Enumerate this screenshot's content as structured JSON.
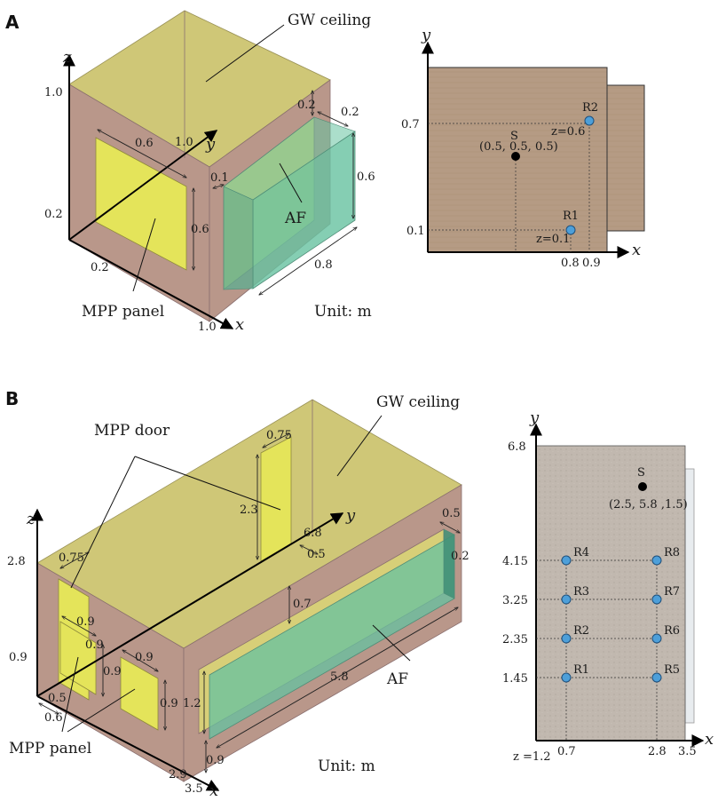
{
  "panels": {
    "a": {
      "letter": "A",
      "labels": {
        "gw_ceiling": "GW ceiling",
        "mpp_panel": "MPP panel",
        "af": "AF",
        "unit": "Unit: m"
      },
      "axes": {
        "x": "x",
        "y": "y",
        "z": "z"
      },
      "dims": {
        "z_top": "1.0",
        "z_02": "0.2",
        "x_02": "0.2",
        "x_end": "1.0",
        "panel_w": "0.6",
        "panel_h": "0.6",
        "y_len": "1.0",
        "af_top": "0.2",
        "af_depth": "0.2",
        "af_gap": "0.1",
        "af_h": "0.6",
        "af_len": "0.8"
      },
      "plan": {
        "x_label": "x",
        "y_label": "y",
        "y_ticks": [
          "0.7",
          "0.1"
        ],
        "x_ticks": [
          "0.8",
          "0.9"
        ],
        "source_name": "S",
        "source_coord": "(0.5, 0.5, 0.5)",
        "receivers": [
          {
            "name": "R1",
            "note": "z=0.1"
          },
          {
            "name": "R2",
            "note": "z=0.6"
          }
        ]
      }
    },
    "b": {
      "letter": "B",
      "labels": {
        "gw_ceiling": "GW ceiling",
        "mpp_door": "MPP door",
        "mpp_panel": "MPP panel",
        "af": "AF",
        "unit": "Unit: m"
      },
      "axes": {
        "x": "x",
        "y": "y",
        "z": "z"
      },
      "dims": {
        "z_top": "2.8",
        "z_09": "0.9",
        "door_top_w": "0.75",
        "door_h": "2.3",
        "y_len": "6.8",
        "door_side_off": "0.5",
        "door_front_w": "0.75",
        "door_front_09": "0.9",
        "panel1_w": "0.9",
        "panel1_h": "0.9",
        "panel2_w": "0.9",
        "panel2_h": "0.9",
        "x_05": "0.5",
        "x_06": "0.6",
        "x_29": "2.9",
        "x_35": "3.5",
        "af_off_top": "0.7",
        "af_h": "1.2",
        "af_len": "5.8",
        "af_bottom": "0.9",
        "af_end": "0.5",
        "af_depth": "0.2"
      },
      "plan": {
        "x_label": "x",
        "y_label": "y",
        "y_ticks": [
          "6.8",
          "4.15",
          "3.25",
          "2.35",
          "1.45"
        ],
        "x_ticks": [
          "0.7",
          "2.8",
          "3.5"
        ],
        "z_note": "z =1.2",
        "source_name": "S",
        "source_coord": "(2.5, 5.8 ,1.5)",
        "receivers_left": [
          "R4",
          "R3",
          "R2",
          "R1"
        ],
        "receivers_right": [
          "R8",
          "R7",
          "R6",
          "R5"
        ]
      }
    }
  },
  "colors": {
    "ceiling": "#cfc777",
    "wall": "#b9978a",
    "mpp": "#e4e45a",
    "af": "#66c2a0",
    "floor_a": "#b49a82",
    "floor_b": "#bfb5ac",
    "receiver": "#4d9fd9"
  }
}
